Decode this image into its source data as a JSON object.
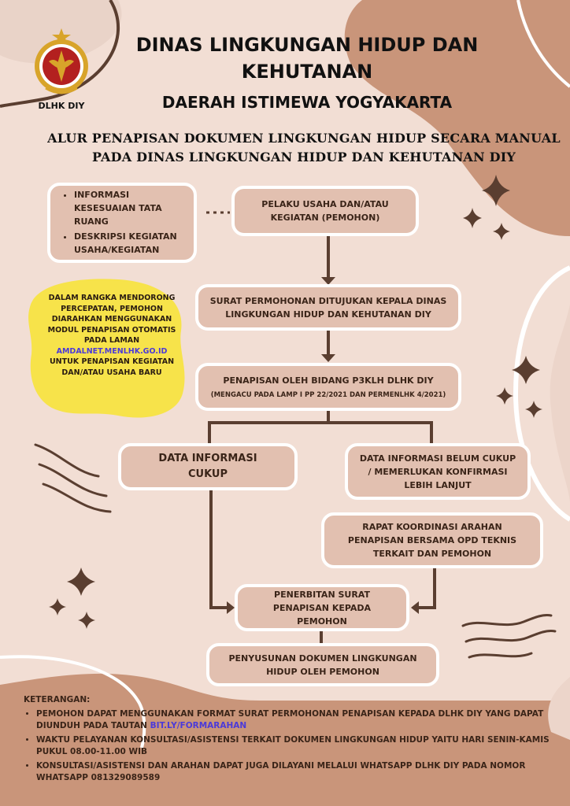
{
  "header": {
    "title_line1": "DINAS LINGKUNGAN HIDUP DAN",
    "title_line2": "KEHUTANAN",
    "subtitle": "DAERAH ISTIMEWA YOGYAKARTA",
    "logo_label": "DLHK DIY"
  },
  "main_title": {
    "line1": "ALUR PENAPISAN DOKUMEN LINGKUNGAN HIDUP SECARA MANUAL",
    "line2": "PADA DINAS LINGKUNGAN HIDUP DAN KEHUTANAN DIY"
  },
  "requirements": [
    "INFORMASI KESESUAIAN TATA RUANG",
    "DESKRIPSI KEGIATAN USAHA/KEGIATAN"
  ],
  "flow": {
    "applicant": "PELAKU USAHA DAN/ATAU KEGIATAN (PEMOHON)",
    "letter": "SURAT PERMOHONAN DITUJUKAN KEPALA DINAS LINGKUNGAN HIDUP DAN KEHUTANAN DIY",
    "screening": "PENAPISAN OLEH BIDANG P3KLH DLHK DIY",
    "screening_note": "(MENGACU PADA LAMP I PP 22/2021 DAN PERMENLHK 4/2021)",
    "data_sufficient": "DATA INFORMASI CUKUP",
    "data_insufficient": "DATA INFORMASI BELUM CUKUP / MEMERLUKAN KONFIRMASI LEBIH LANJUT",
    "coordination": "RAPAT KOORDINASI ARAHAN PENAPISAN BERSAMA OPD TEKNIS TERKAIT DAN PEMOHON",
    "issuance": "PENERBITAN SURAT PENAPISAN KEPADA PEMOHON",
    "document": "PENYUSUNAN DOKUMEN LINGKUNGAN HIDUP OLEH PEMOHON"
  },
  "note": {
    "text": "DALAM RANGKA MENDORONG PERCEPATAN, PEMOHON DIARAHKAN MENGGUNAKAN MODUL PENAPISAN OTOMATIS PADA LAMAN",
    "link": "AMDALNET.MENLHK.GO.ID",
    "text2": "UNTUK PENAPISAN KEGIATAN DAN/ATAU USAHA BARU"
  },
  "footer": {
    "heading": "KETERANGAN:",
    "item1": "PEMOHON DAPAT MENGGUNAKAN FORMAT SURAT PERMOHONAN PENAPISAN KEPADA DLHK DIY YANG DAPAT DIUNDUH PADA TAUTAN",
    "item1_link": "BIT.LY/FORMARAHAN",
    "item2": "WAKTU PELAYANAN KONSULTASI/ASISTENSI TERKAIT DOKUMEN LINGKUNGAN HIDUP YAITU HARI SENIN-KAMIS PUKUL 08.00-11.00 WIB",
    "item3": "KONSULTASI/ASISTENSI DAN ARAHAN DAPAT JUGA DILAYANI MELALUI WHATSAPP DLHK DIY PADA NOMOR WHATSAPP 081329089589"
  },
  "colors": {
    "background": "#f2ded4",
    "box_fill": "#e2c0b0",
    "accent_brown": "#c9957a",
    "arrow": "#5a3e30",
    "highlight": "#f7e34a",
    "link": "#4b3ad9"
  }
}
